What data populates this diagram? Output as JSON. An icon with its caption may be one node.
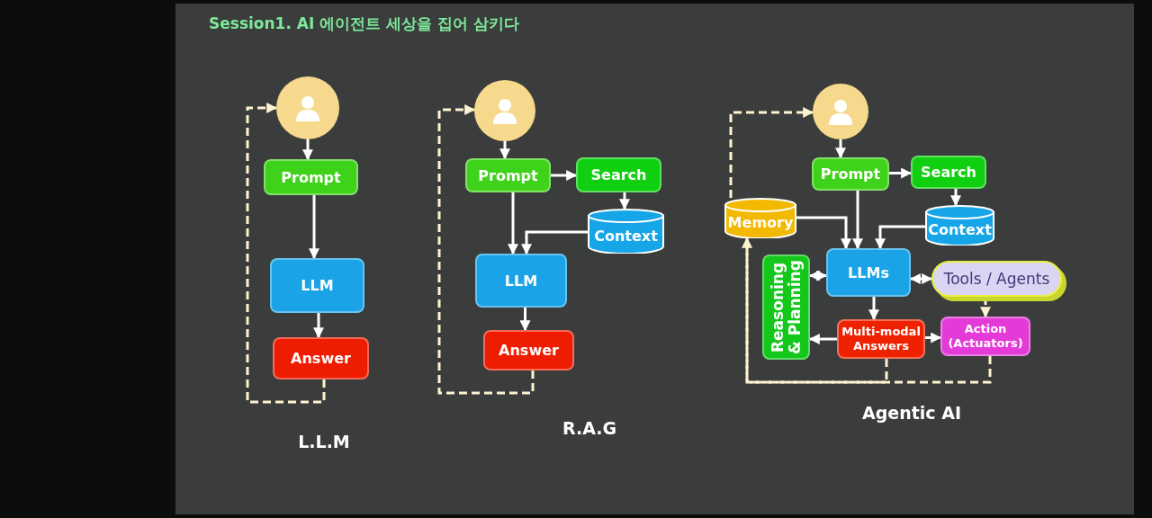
{
  "diagram": {
    "title": "Session1. AI 에이전트 세상을 집어 삼키다",
    "nodes": [
      {
        "text": [],
        "shape": "person"
      },
      {
        "text": [
          "Prompt"
        ]
      },
      {
        "text": [
          "LLM"
        ]
      },
      {
        "text": [
          "Answer"
        ]
      },
      {
        "text": [],
        "shape": "person"
      },
      {
        "text": [
          "Prompt"
        ]
      },
      {
        "text": [
          "Search"
        ]
      },
      {
        "text": [
          "Context"
        ]
      },
      {
        "text": [
          "LLM"
        ]
      },
      {
        "text": [
          "Answer"
        ]
      },
      {
        "text": [],
        "shape": "person"
      },
      {
        "text": [
          "Prompt"
        ]
      },
      {
        "text": [
          "Search"
        ]
      },
      {
        "text": [
          "Memory"
        ]
      },
      {
        "text": [
          "Context"
        ]
      },
      {
        "text": [
          "Reasoning & Planning"
        ]
      },
      {
        "text": [
          "LLMs"
        ]
      },
      {
        "text": [
          "Tools / Agents"
        ]
      },
      {
        "text": [
          "Multi-modal Answers"
        ]
      },
      {
        "text": [
          "Action (Actuators)"
        ]
      }
    ],
    "edges": [
      {
        "from": 0,
        "to": 1,
        "arrow": "to"
      },
      {
        "from": 1,
        "to": 2,
        "arrow": "to"
      },
      {
        "from": 2,
        "to": 3,
        "arrow": "to"
      },
      {
        "from": 3,
        "to": 0,
        "arrow": "to",
        "style": "dashed"
      },
      {
        "from": 4,
        "to": 5,
        "arrow": "to"
      },
      {
        "from": 5,
        "to": 6,
        "arrow": "to"
      },
      {
        "from": 5,
        "to": 8,
        "arrow": "to"
      },
      {
        "from": 6,
        "to": 7,
        "arrow": "to"
      },
      {
        "from": 7,
        "to": 8,
        "arrow": "to"
      },
      {
        "from": 8,
        "to": 9,
        "arrow": "to"
      },
      {
        "from": 9,
        "to": 4,
        "arrow": "to",
        "style": "dashed"
      },
      {
        "from": 10,
        "to": 11,
        "arrow": "to"
      },
      {
        "from": 11,
        "to": 12,
        "arrow": "to"
      },
      {
        "from": 11,
        "to": 16,
        "arrow": "to"
      },
      {
        "from": 12,
        "to": 14,
        "arrow": "to"
      },
      {
        "from": 14,
        "to": 16,
        "arrow": "to"
      },
      {
        "from": 13,
        "to": 16,
        "arrow": "to"
      },
      {
        "from": 16,
        "to": 15,
        "arrow": "both"
      },
      {
        "from": 16,
        "to": 17,
        "arrow": "both"
      },
      {
        "from": 16,
        "to": 18,
        "arrow": "to"
      },
      {
        "from": 18,
        "to": 15,
        "arrow": "to"
      },
      {
        "from": 18,
        "to": 19,
        "arrow": "to"
      },
      {
        "from": 17,
        "to": 19,
        "arrow": "to",
        "style": "dashed"
      },
      {
        "from": 18,
        "to": 13,
        "arrow": "none",
        "style": "dashed"
      },
      {
        "from": 19,
        "to": 13,
        "arrow": "to",
        "style": "dashed"
      },
      {
        "from": 13,
        "to": 10,
        "arrow": "to",
        "style": "dashed"
      }
    ],
    "labels": [
      "L.L.M",
      "R.A.G",
      "Agentic AI"
    ]
  }
}
